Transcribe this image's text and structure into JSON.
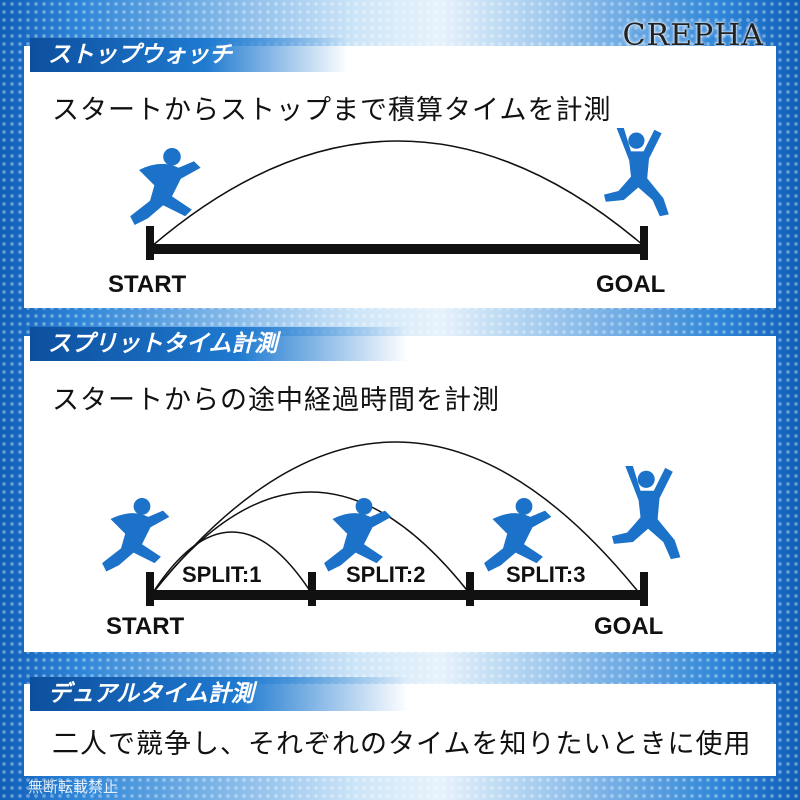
{
  "brand": {
    "logo": "CREPHA"
  },
  "sections": [
    {
      "title": "ストップウォッチ",
      "description": "スタートからストップまで積算タイムを計測",
      "start_label": "START",
      "goal_label": "GOAL"
    },
    {
      "title": "スプリットタイム計測",
      "description": "スタートからの途中経過時間を計測",
      "start_label": "START",
      "goal_label": "GOAL",
      "splits": [
        "SPLIT:1",
        "SPLIT:2",
        "SPLIT:3"
      ]
    },
    {
      "title": "デュアルタイム計測",
      "description": "二人で競争し、それぞれのタイムを知りたいときに使用"
    }
  ],
  "footer": {
    "notice": "無断転載禁止"
  },
  "colors": {
    "accent": "#1b72c8",
    "title_band": "#0d4f9e"
  },
  "icons": [
    "runner-start-icon",
    "runner-finish-icon",
    "runner-mid-icon"
  ]
}
